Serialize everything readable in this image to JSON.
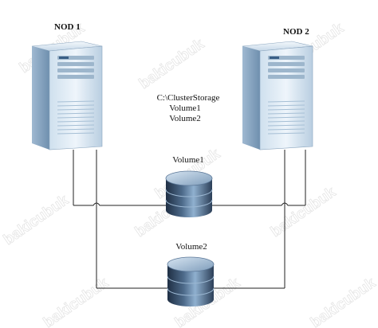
{
  "nodes": {
    "node1_label": "NOD 1",
    "node2_label": "NOD 2"
  },
  "csv": {
    "path": "C:\\ClusterStorage",
    "volume1": "Volume1",
    "volume2": "Volume2"
  },
  "disks": {
    "disk1_label": "Volume1",
    "disk2_label": "Volume2"
  },
  "watermark": "bakicubuk",
  "colors": {
    "server_light": "#e8f1f8",
    "server_mid": "#b7cfe3",
    "server_dark": "#7e9fbd",
    "disk_dark": "#2a3d55",
    "disk_light": "#a9c1d9",
    "line": "#222222"
  }
}
